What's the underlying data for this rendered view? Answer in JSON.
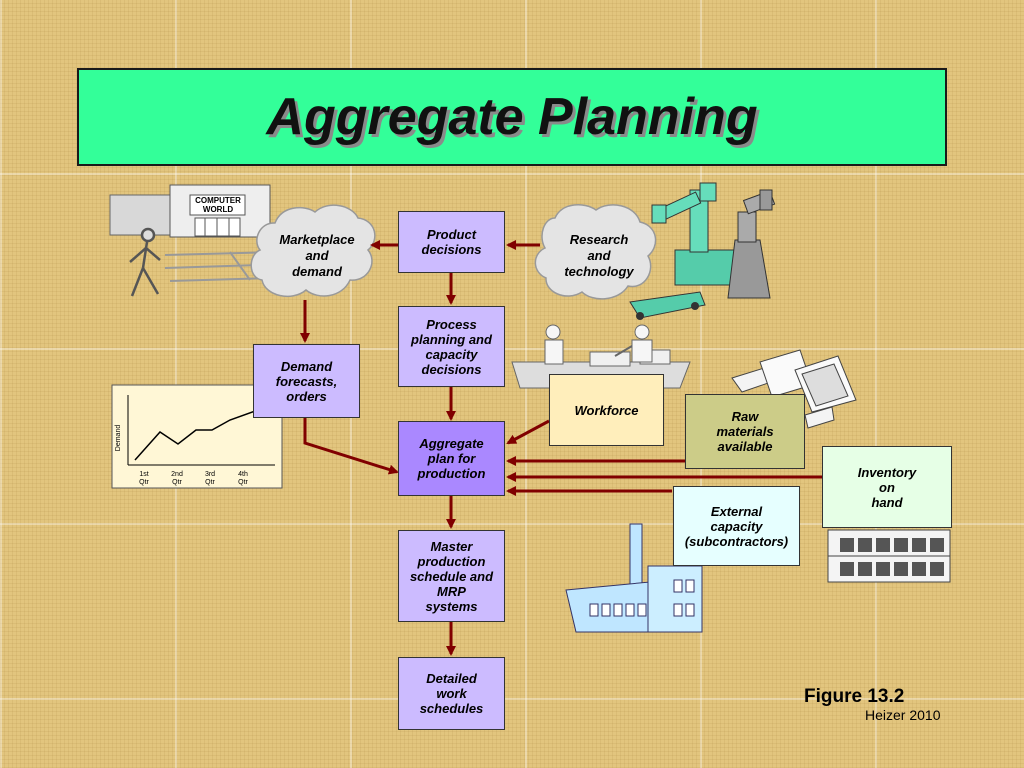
{
  "title": "Aggregate Planning",
  "clouds": {
    "marketplace": "Marketplace\nand\ndemand",
    "research": "Research\nand\ntechnology"
  },
  "boxes": {
    "product_decisions": "Product\ndecisions",
    "process_planning": "Process\nplanning and\ncapacity\ndecisions",
    "demand_forecasts": "Demand\nforecasts,\norders",
    "aggregate_plan": "Aggregate\nplan for\nproduction",
    "workforce": "Workforce",
    "raw_materials": "Raw\nmaterials\navailable",
    "inventory": "Inventory\non\nhand",
    "external_capacity": "External\ncapacity\n(subcontractors)",
    "master_schedule": "Master\nproduction\nschedule and\nMRP\nsystems",
    "detailed_schedules": "Detailed\nwork\nschedules"
  },
  "store_sign": {
    "line1": "COMPUTER",
    "line2": "WORLD"
  },
  "mini_chart": {
    "ylabel": "Demand",
    "quarters": [
      "1st\nQtr",
      "2nd\nQtr",
      "3rd\nQtr",
      "4th\nQtr"
    ]
  },
  "figure_label": "Figure 13.2",
  "figure_credit": "Heizer 2010",
  "colors": {
    "title_bg": "#33ff99",
    "arrow": "#800000",
    "box_lavender": "#ccbbff",
    "box_purple": "#aa88ff"
  }
}
